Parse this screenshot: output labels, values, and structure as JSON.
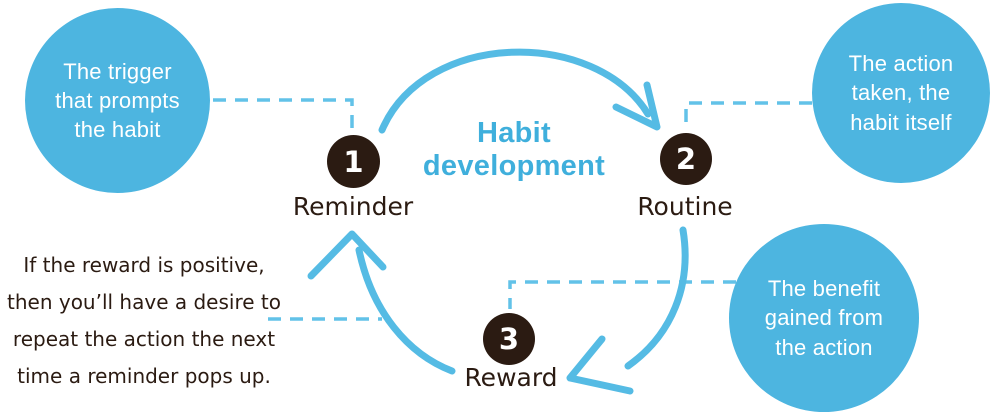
{
  "diagram": {
    "title": "Habit development",
    "steps": [
      {
        "number": "1",
        "label": "Reminder",
        "annotation": "The trigger that prompts the habit"
      },
      {
        "number": "2",
        "label": "Routine",
        "annotation": "The action taken, the habit itself"
      },
      {
        "number": "3",
        "label": "Reward",
        "annotation": "The benefit gained from the action"
      }
    ],
    "note_lines": [
      "If the reward is positive,",
      "then you’ll have a desire to",
      "repeat the action the next",
      "time a reminder pops up."
    ],
    "colors": {
      "bubble_blue": "#4db5e0",
      "arrow_blue": "#55bbe4",
      "dash_blue": "#62c2e8",
      "title_blue": "#3fafdc",
      "ink": "#2b1b12"
    }
  }
}
